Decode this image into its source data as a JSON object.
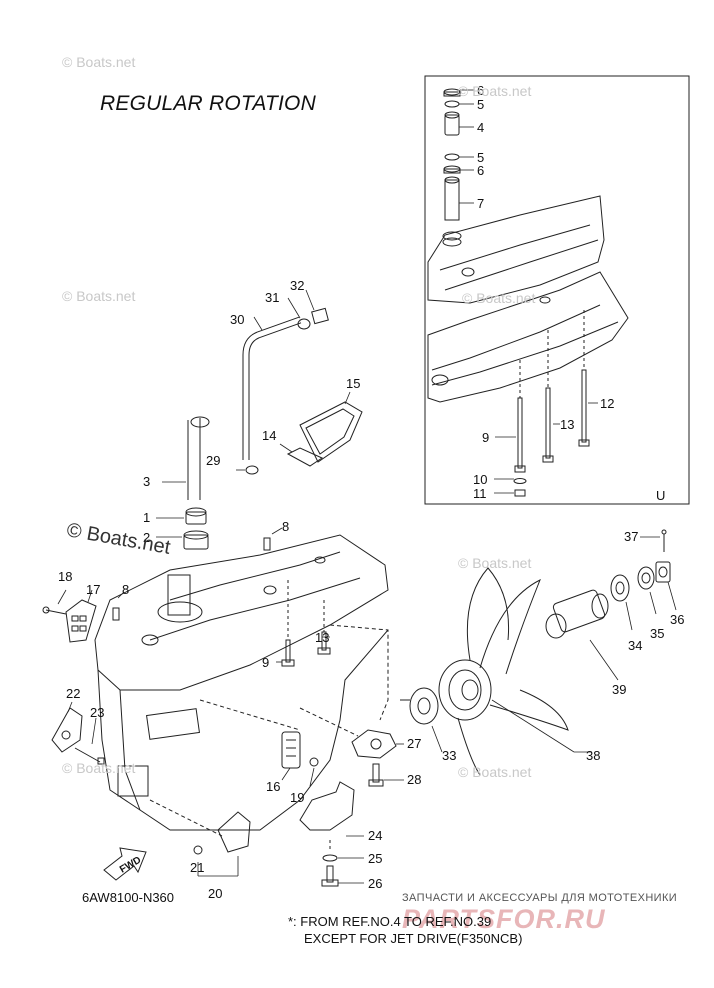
{
  "title": "REGULAR ROTATION",
  "diagram_code": "6AW8100-N360",
  "footnote": {
    "line1": "*: FROM REF.NO.4 TO REF.NO.39",
    "line2": "EXCEPT FOR JET DRIVE(F350NCB)"
  },
  "inset_mark": "U",
  "fwd_label": "FWD",
  "watermark": "© Boats.net",
  "shop": {
    "tagline": "ЗАПЧАСТИ И АКСЕССУАРЫ ДЛЯ МОТОТЕХНИКИ",
    "brand": "PARTSFOR.RU"
  },
  "callouts": {
    "c1": "1",
    "c2": "2",
    "c3": "3",
    "c4": "4",
    "c5a": "5",
    "c5b": "5",
    "c6a": "6",
    "c6b": "6",
    "c7": "7",
    "c8a": "8",
    "c8b": "8",
    "c9a": "9",
    "c9b": "9",
    "c10": "10",
    "c11": "11",
    "c12": "12",
    "c13a": "13",
    "c13b": "13",
    "c14": "14",
    "c15": "15",
    "c16": "16",
    "c17": "17",
    "c18": "18",
    "c19": "19",
    "c20": "20",
    "c21": "21",
    "c22": "22",
    "c23": "23",
    "c24": "24",
    "c25": "25",
    "c26": "26",
    "c27": "27",
    "c28": "28",
    "c29": "29",
    "c30": "30",
    "c31": "31",
    "c32": "32",
    "c33": "33",
    "c34": "34",
    "c35": "35",
    "c36": "36",
    "c37": "37",
    "c38": "38",
    "c39": "39"
  }
}
